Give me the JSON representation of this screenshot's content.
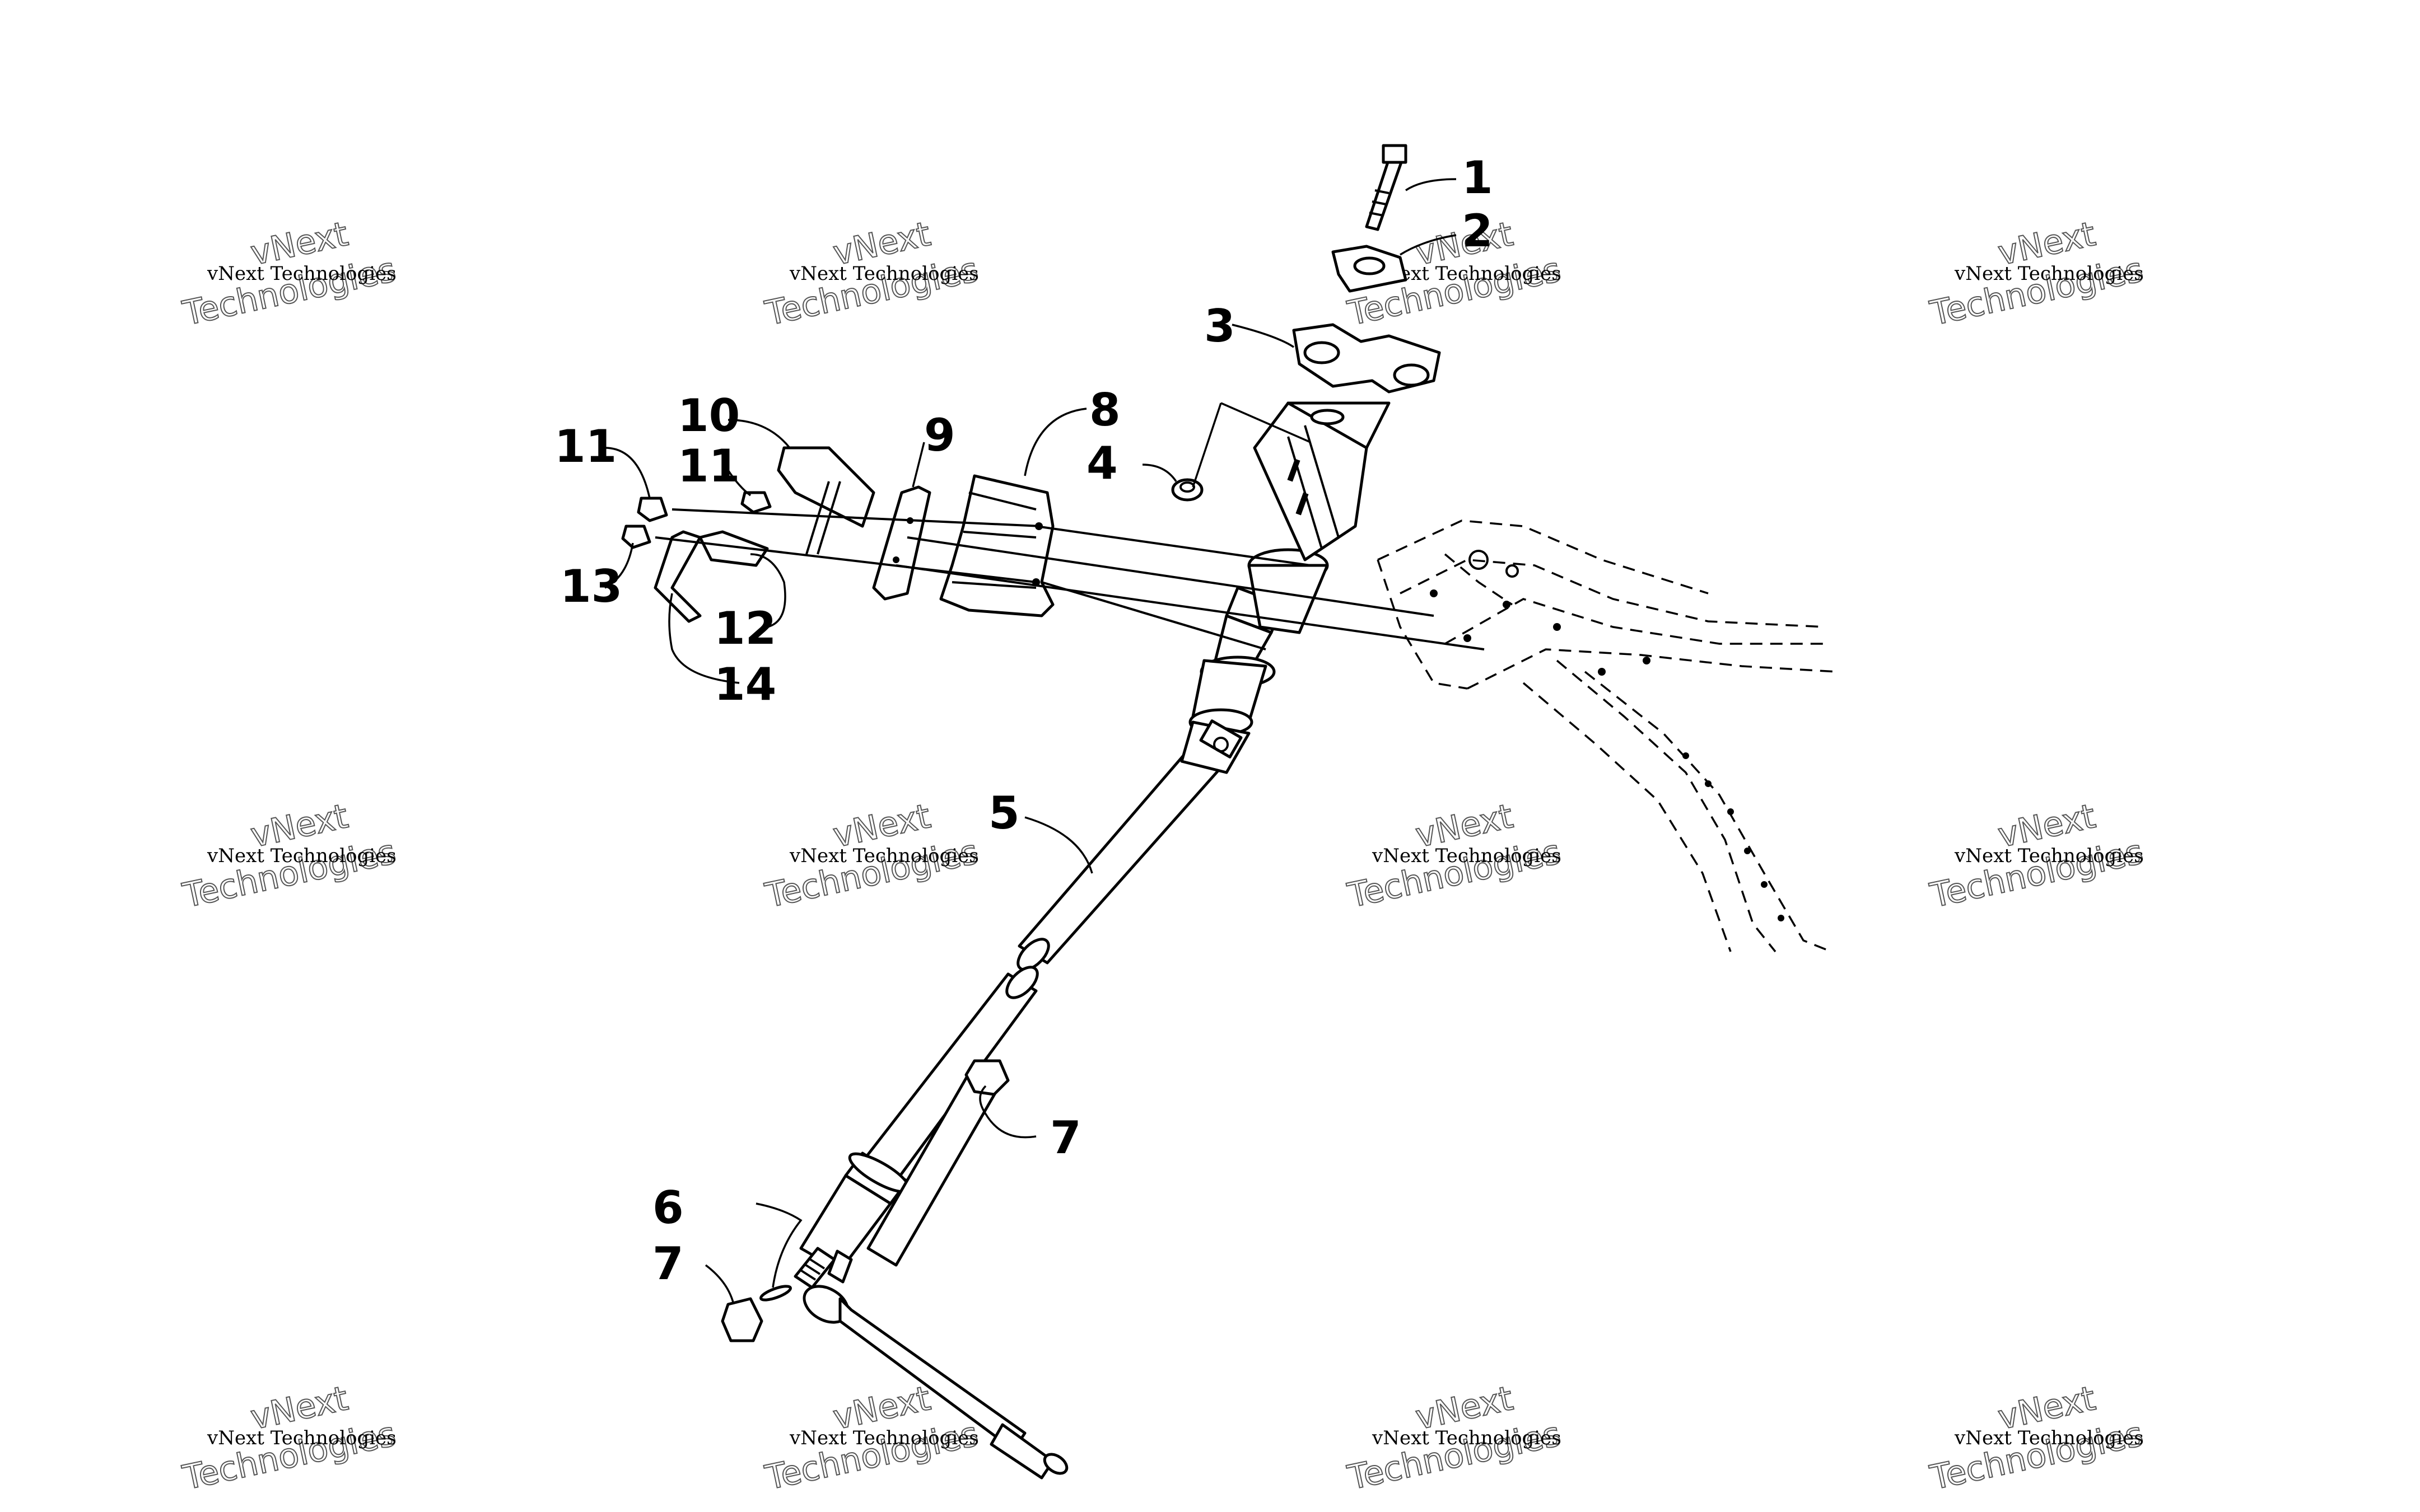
{
  "diagram": {
    "callouts": [
      {
        "id": "c1",
        "label": "1"
      },
      {
        "id": "c2",
        "label": "2"
      },
      {
        "id": "c3",
        "label": "3"
      },
      {
        "id": "c4",
        "label": "4"
      },
      {
        "id": "c5",
        "label": "5"
      },
      {
        "id": "c6",
        "label": "6"
      },
      {
        "id": "c7a",
        "label": "7"
      },
      {
        "id": "c7b",
        "label": "7"
      },
      {
        "id": "c8",
        "label": "8"
      },
      {
        "id": "c9",
        "label": "9"
      },
      {
        "id": "c10",
        "label": "10"
      },
      {
        "id": "c11a",
        "label": "11"
      },
      {
        "id": "c11b",
        "label": "11"
      },
      {
        "id": "c12",
        "label": "12"
      },
      {
        "id": "c13",
        "label": "13"
      },
      {
        "id": "c14",
        "label": "14"
      }
    ],
    "watermark": {
      "small_text": "vNext Technologies",
      "line1": "vNext",
      "line2": "Technologies"
    }
  }
}
